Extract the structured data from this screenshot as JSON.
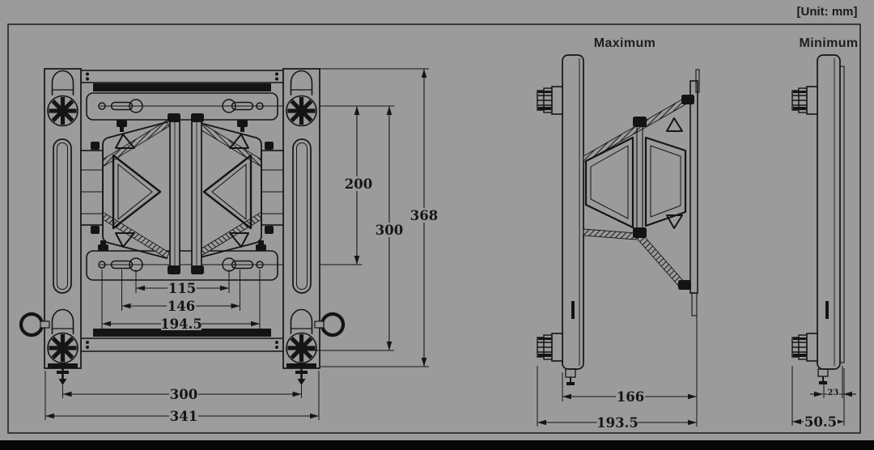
{
  "unit_label": "[Unit: mm]",
  "front_view": {
    "dims": {
      "hole_spacing_inner": "115",
      "hole_spacing_mid": "146",
      "hole_spacing_outer": "194.5",
      "vesa_vertical": "200",
      "rail_vertical": "300",
      "overall_height": "368",
      "bottom_screw_spacing": "300",
      "overall_width": "341"
    }
  },
  "side_view_max": {
    "label": "Maximum",
    "dims": {
      "arm_extension": "166",
      "overall_depth": "193.5"
    }
  },
  "side_view_min": {
    "label": "Minimum",
    "dims": {
      "bracket_gap": "23",
      "overall_depth": "50.5"
    }
  },
  "colors": {
    "background": "#9b9b9b",
    "line": "#161616",
    "dark_fill": "#141414",
    "footer_strip": "#070707"
  }
}
